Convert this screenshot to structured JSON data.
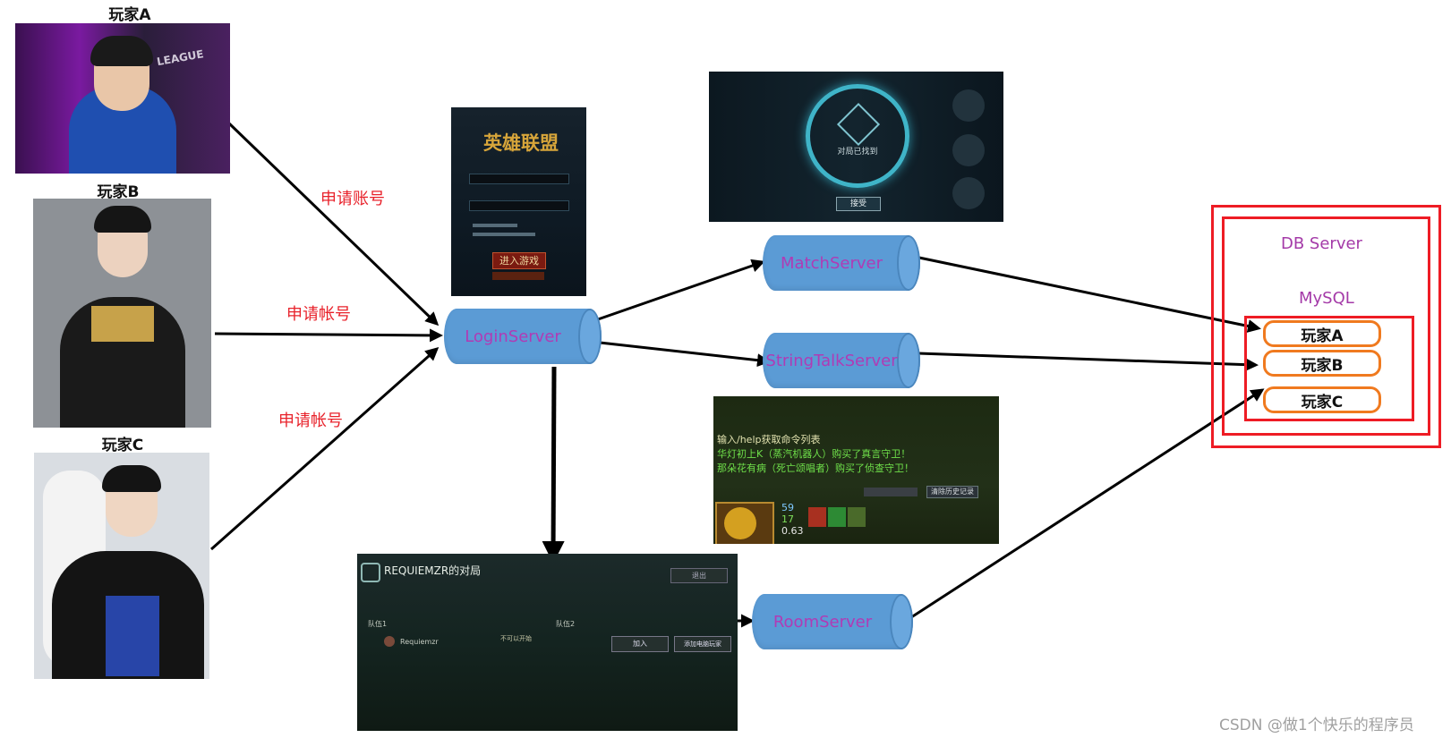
{
  "players": [
    {
      "label": "玩家A"
    },
    {
      "label": "玩家B"
    },
    {
      "label": "玩家C"
    }
  ],
  "requests": [
    "申请账号",
    "申请帐号",
    "申请帐号"
  ],
  "servers": {
    "login": "LoginServer",
    "match": "MatchServer",
    "talk": "StringTalkServer",
    "room": "RoomServer"
  },
  "db": {
    "title": "DB Server",
    "subtitle": "MySQL",
    "rows": [
      "玩家A",
      "玩家B",
      "玩家C"
    ]
  },
  "screens": {
    "login_logo": "英雄联盟",
    "login_button": "进入游戏",
    "match_title": "对局已找到",
    "match_accept": "接受",
    "chat_lines": [
      "输入/help获取命令列表",
      "华灯初上K（蒸汽机器人）购买了真言守卫！",
      "那朵花有病（死亡颂唱者）购买了侦查守卫！"
    ],
    "chat_clear": "清除历史记录",
    "chat_stats": [
      "59",
      "17",
      "0.63"
    ],
    "room_title": "REQUIEMZR的对局",
    "room_team1": "队伍1",
    "room_team2": "队伍2",
    "room_player": "Requiemzr",
    "room_join": "加入",
    "room_add_bot": "添加电脑玩家",
    "room_leave": "退出",
    "room_ready": "不可以开始"
  },
  "watermark": "CSDN @做1个快乐的程序员",
  "colors": {
    "arrow": "#000000",
    "request": "#e8222b",
    "server_fill": "#5b9bd5",
    "server_text": "#b03bb5",
    "db_border": "#ee1c25",
    "pill_border": "#f07a1f"
  }
}
